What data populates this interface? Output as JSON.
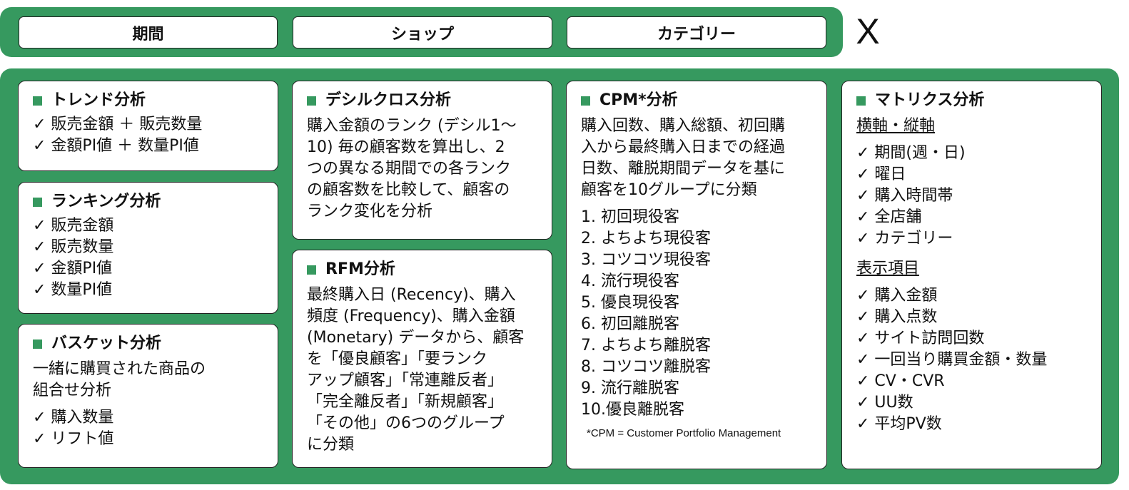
{
  "filters": {
    "period": "期間",
    "shop": "ショップ",
    "category": "カテゴリー",
    "close": "X"
  },
  "trend": {
    "title": "トレンド分析",
    "items": [
      "✓ 販売金額 ＋ 販売数量",
      "✓ 金額PI値 ＋ 数量PI値"
    ]
  },
  "ranking": {
    "title": "ランキング分析",
    "items": [
      "✓ 販売金額",
      "✓ 販売数量",
      "✓ 金額PI値",
      "✓ 数量PI値"
    ]
  },
  "basket": {
    "title": "バスケット分析",
    "desc": "一緒に購買された商品の\n組合せ分析",
    "items": [
      "✓ 購入数量",
      "✓ リフト値"
    ]
  },
  "decile": {
    "title": "デシルクロス分析",
    "desc": "購入金額のランク (デシル1〜\n10) 毎の顧客数を算出し、2\nつの異なる期間での各ランク\nの顧客数を比較して、顧客の\nランク変化を分析"
  },
  "rfm": {
    "title": "RFM分析",
    "desc": "最終購入日 (Recency)、購入\n頻度 (Frequency)、購入金額\n(Monetary) データから、顧客\nを「優良顧客」「要ランク\nアップ顧客」「常連離反者」\n「完全離反者」「新規顧客」\n「その他」の6つのグループ\nに分類"
  },
  "cpm": {
    "title": "CPM*分析",
    "desc": "購入回数、購入総額、初回購\n入から最終購入日までの経過\n日数、離脱期間データを基に\n顧客を10グループに分類",
    "items": [
      "1. 初回現役客",
      "2. よちよち現役客",
      "3. コツコツ現役客",
      "4. 流行現役客",
      "5. 優良現役客",
      "6. 初回離脱客",
      "7. よちよち離脱客",
      "8. コツコツ離脱客",
      "9. 流行離脱客",
      "10.優良離脱客"
    ],
    "footnote": "*CPM = Customer Portfolio Management"
  },
  "matrix": {
    "title": "マトリクス分析",
    "axis_heading": "横軸・縦軸",
    "axis_items": [
      "✓ 期間(週・日)",
      "✓ 曜日",
      "✓ 購入時間帯",
      "✓ 全店舗",
      "✓ カテゴリー"
    ],
    "display_heading": "表示項目",
    "display_items": [
      "✓ 購入金額",
      "✓ 購入点数",
      "✓ サイト訪問回数",
      "✓ 一回当り購買金額・数量",
      "✓ CV・CVR",
      "✓ UU数",
      "✓ 平均PV数"
    ]
  },
  "colors": {
    "accent_green": "#36995f"
  }
}
